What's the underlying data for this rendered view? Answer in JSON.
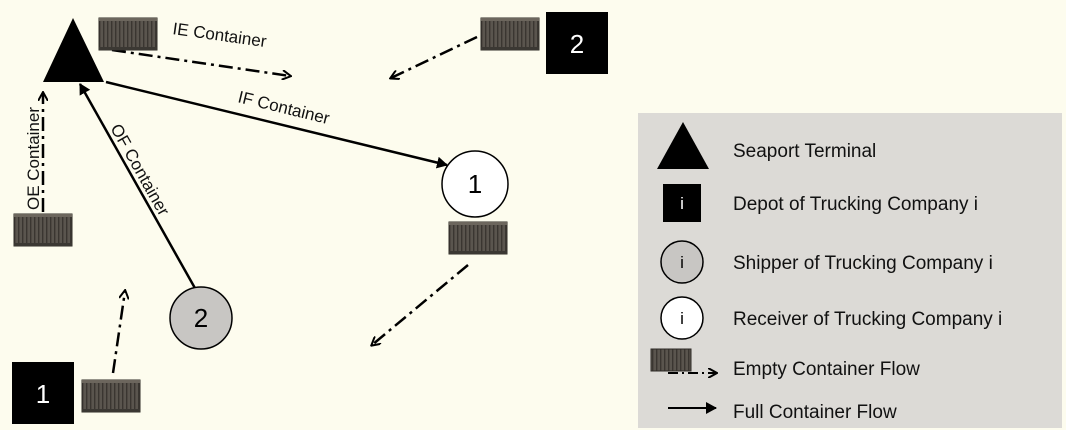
{
  "diagram": {
    "depots": [
      {
        "label": "2"
      },
      {
        "label": "1"
      }
    ],
    "shippers": [
      {
        "label": "2"
      }
    ],
    "receivers": [
      {
        "label": "1"
      }
    ],
    "flows": {
      "ie": "IE Container",
      "if": "IF Container",
      "of": "OF Container",
      "oe": "OE Container"
    }
  },
  "legend": {
    "symbol_letter": "i",
    "items": [
      "Seaport Terminal",
      "Depot of Trucking Company i",
      "Shipper of Trucking Company i",
      "Receiver of Trucking Company i",
      "Empty Container Flow",
      "Full Container Flow"
    ]
  },
  "colors": {
    "background": "#fdfcee",
    "legend_panel": "#dcdad6",
    "shipper_fill": "#c8c6c3",
    "container": "#4e4a44"
  },
  "icons": [
    "seaport-triangle-icon",
    "container-icon",
    "arrow-icon"
  ]
}
